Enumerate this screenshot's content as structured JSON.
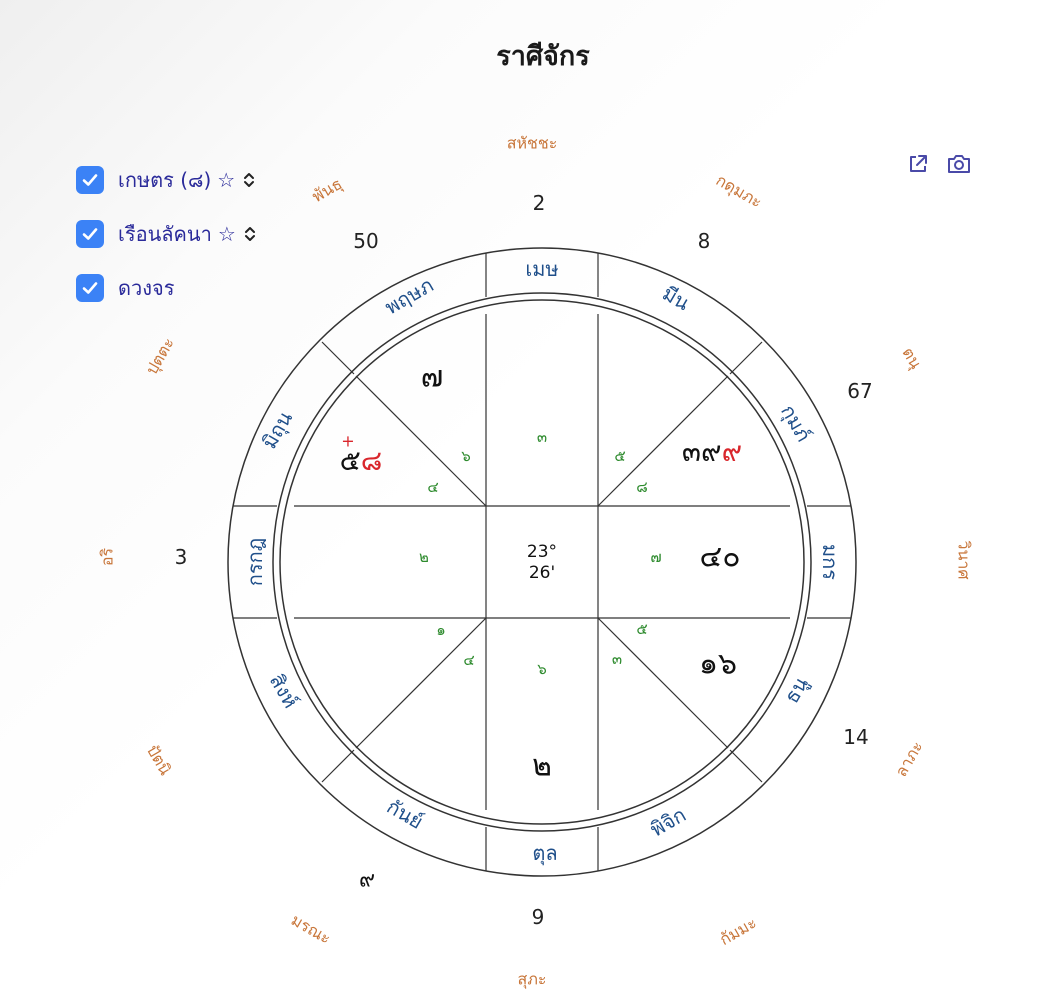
{
  "title": "ราศีจักร",
  "controls": [
    {
      "label": "เกษตร (๘)",
      "checked": true,
      "star": "☆",
      "has_sort": true
    },
    {
      "label": "เรือนลัคนา",
      "checked": true,
      "star": "☆",
      "has_sort": true
    },
    {
      "label": "ดวงจร",
      "checked": true
    }
  ],
  "toolbar": {
    "external_icon": "external-link-icon",
    "camera_icon": "camera-icon"
  },
  "center": {
    "deg": "23°",
    "min": "26'"
  },
  "signs": [
    "เมษ",
    "มีน",
    "กุมภ์",
    "มกร",
    "ธนู",
    "พิจิก",
    "ตุล",
    "กันย์",
    "สิงห์",
    "กรกฎ",
    "มิถุน",
    "พฤษภ"
  ],
  "houses": [
    "๓",
    "๕",
    "๘",
    "๗",
    "๕",
    "๓",
    "๖",
    "๔",
    "๑",
    "๒",
    "๔",
    "๖"
  ],
  "planets": {
    "taurus": "๗",
    "gemini": {
      "black": "๕",
      "red": "๘",
      "mark": "+"
    },
    "aquarius": {
      "black": "๓๙",
      "red": "๙"
    },
    "capricorn": "๔๐",
    "sagittarius": "๑๖",
    "libra": "๒",
    "outer_virgo": "๙"
  },
  "outer_numbers": [
    "2",
    "8",
    "67",
    "14",
    "9",
    "3",
    "50"
  ],
  "outer_labels": [
    "สหัชชะ",
    "กดุมภะ",
    "ตนุ",
    "วินาศ",
    "ลาภะ",
    "กัมมะ",
    "สุภะ",
    "มรณะ",
    "ปัตนิ",
    "อริ",
    "ปุตตะ",
    "พันธุ"
  ],
  "colors": {
    "sign_text": "#1f4f8a",
    "house_text": "#2e8b2e",
    "outer_label": "#c8763a",
    "red": "#d9262c",
    "accent": "#3b82f6",
    "control_text": "#2a2a9a"
  }
}
